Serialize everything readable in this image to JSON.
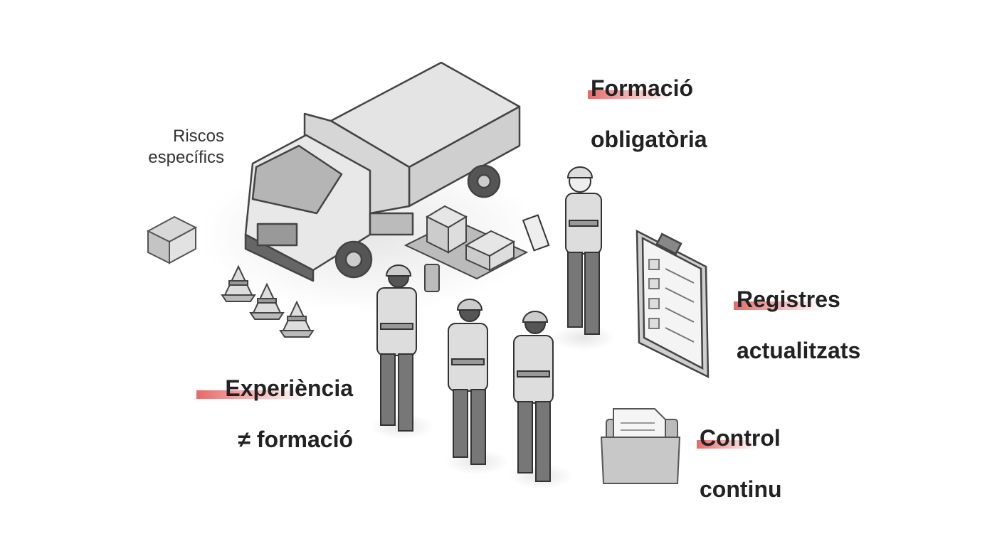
{
  "labels": {
    "risks": {
      "line1": "Riscos",
      "line2": "específics"
    },
    "training": {
      "line1": "Formació",
      "line2": "obligatòria"
    },
    "records": {
      "line1": "Registres",
      "line2": "actualitzats"
    },
    "experience": {
      "line1": "Experiència",
      "line2": "≠ formació"
    },
    "control": {
      "line1": "Control",
      "line2": "continu"
    }
  },
  "colors": {
    "accent": "#e05050",
    "text": "#222222",
    "illustration": "#9a9a9a"
  }
}
